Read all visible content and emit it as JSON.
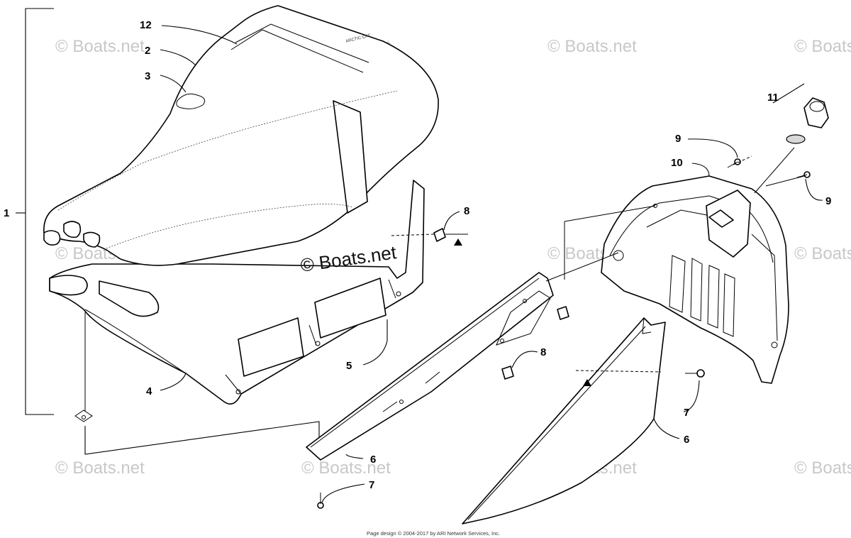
{
  "watermark": "© Boats.net",
  "center_watermark": "© Boats.net",
  "footer": "Page design © 2004-2017 by ARI Network Services, Inc.",
  "callouts": {
    "c1": "1",
    "c2": "2",
    "c3": "3",
    "c4": "4",
    "c5": "5",
    "c6a": "6",
    "c6b": "6",
    "c7a": "7",
    "c7b": "7",
    "c8a": "8",
    "c8b": "8",
    "c9a": "9",
    "c9b": "9",
    "c10": "10",
    "c11": "11",
    "c12": "12"
  }
}
